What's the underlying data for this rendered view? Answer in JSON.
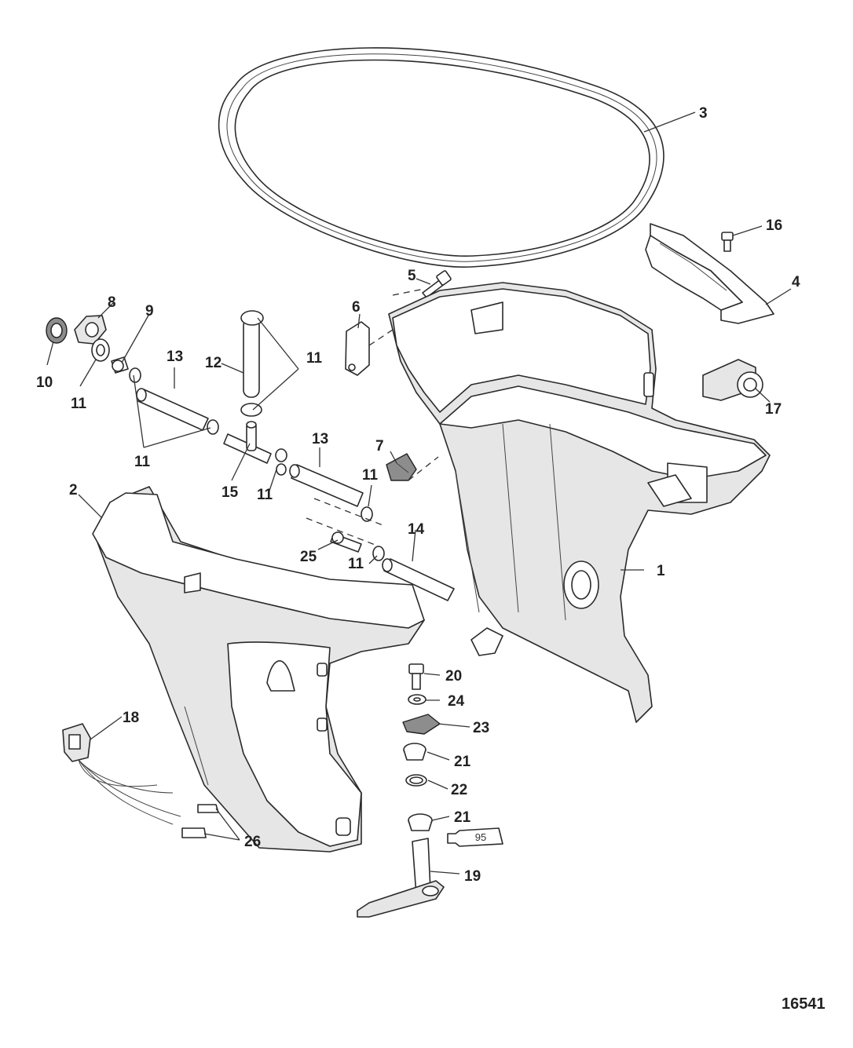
{
  "diagram": {
    "id_number": "16541",
    "callouts": [
      {
        "key": "c1",
        "label": "1"
      },
      {
        "key": "c2",
        "label": "2"
      },
      {
        "key": "c3",
        "label": "3"
      },
      {
        "key": "c4",
        "label": "4"
      },
      {
        "key": "c5",
        "label": "5"
      },
      {
        "key": "c6",
        "label": "6"
      },
      {
        "key": "c7",
        "label": "7"
      },
      {
        "key": "c8",
        "label": "8"
      },
      {
        "key": "c9",
        "label": "9"
      },
      {
        "key": "c10",
        "label": "10"
      },
      {
        "key": "c11a",
        "label": "11"
      },
      {
        "key": "c11b",
        "label": "11"
      },
      {
        "key": "c11c",
        "label": "11"
      },
      {
        "key": "c11d",
        "label": "11"
      },
      {
        "key": "c11e",
        "label": "11"
      },
      {
        "key": "c11f",
        "label": "11"
      },
      {
        "key": "c12",
        "label": "12"
      },
      {
        "key": "c13a",
        "label": "13"
      },
      {
        "key": "c13b",
        "label": "13"
      },
      {
        "key": "c14",
        "label": "14"
      },
      {
        "key": "c15",
        "label": "15"
      },
      {
        "key": "c16",
        "label": "16"
      },
      {
        "key": "c17",
        "label": "17"
      },
      {
        "key": "c18",
        "label": "18"
      },
      {
        "key": "c19",
        "label": "19"
      },
      {
        "key": "c20",
        "label": "20"
      },
      {
        "key": "c21a",
        "label": "21"
      },
      {
        "key": "c21b",
        "label": "21"
      },
      {
        "key": "c22",
        "label": "22"
      },
      {
        "key": "c23",
        "label": "23"
      },
      {
        "key": "c24",
        "label": "24"
      },
      {
        "key": "c25",
        "label": "25"
      },
      {
        "key": "c26",
        "label": "26"
      }
    ],
    "tube_label": "95"
  }
}
